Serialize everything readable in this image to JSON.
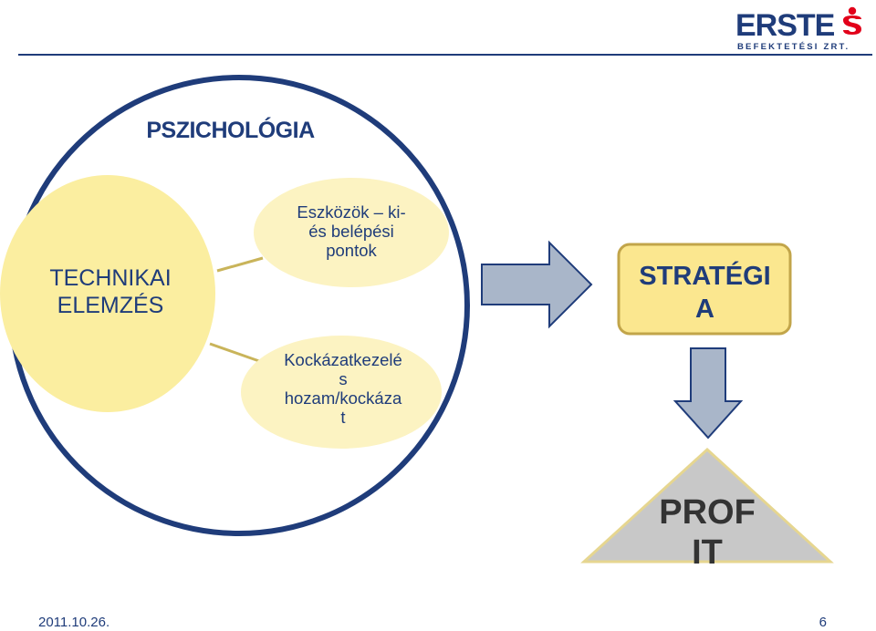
{
  "header": {
    "logo_word": "ERSTE",
    "logo_sub": "BEFEKTETÉSI ZRT."
  },
  "diagram": {
    "circle_title": "PSZICHOLÓGIA",
    "technical_analysis": "TECHNIKAI\nELEMZÉS",
    "top_bubble": "Eszközök – ki-\nés belépési\npontok",
    "bottom_bubble": "Kockázatkezelé\ns\nhozam/kockáza\nt",
    "strategy": "STRATÉGI\nA",
    "profit": "PROF\nIT"
  },
  "footer": {
    "date": "2011.10.26.",
    "page": "6"
  },
  "colors": {
    "navy": "#1f3c7a",
    "pale_yellow": "#fbeea0",
    "light_yellow": "#fcf3c2",
    "strategy_fill": "#fbe78f",
    "strategy_border": "#c2a54a",
    "arrow_fill": "#a9b6c9",
    "arrow_border": "#1f3c7a",
    "triangle_fill": "#c8c8c8",
    "triangle_border": "#e6d690",
    "connector": "#c9b45a",
    "logo_red": "#e2001a"
  }
}
